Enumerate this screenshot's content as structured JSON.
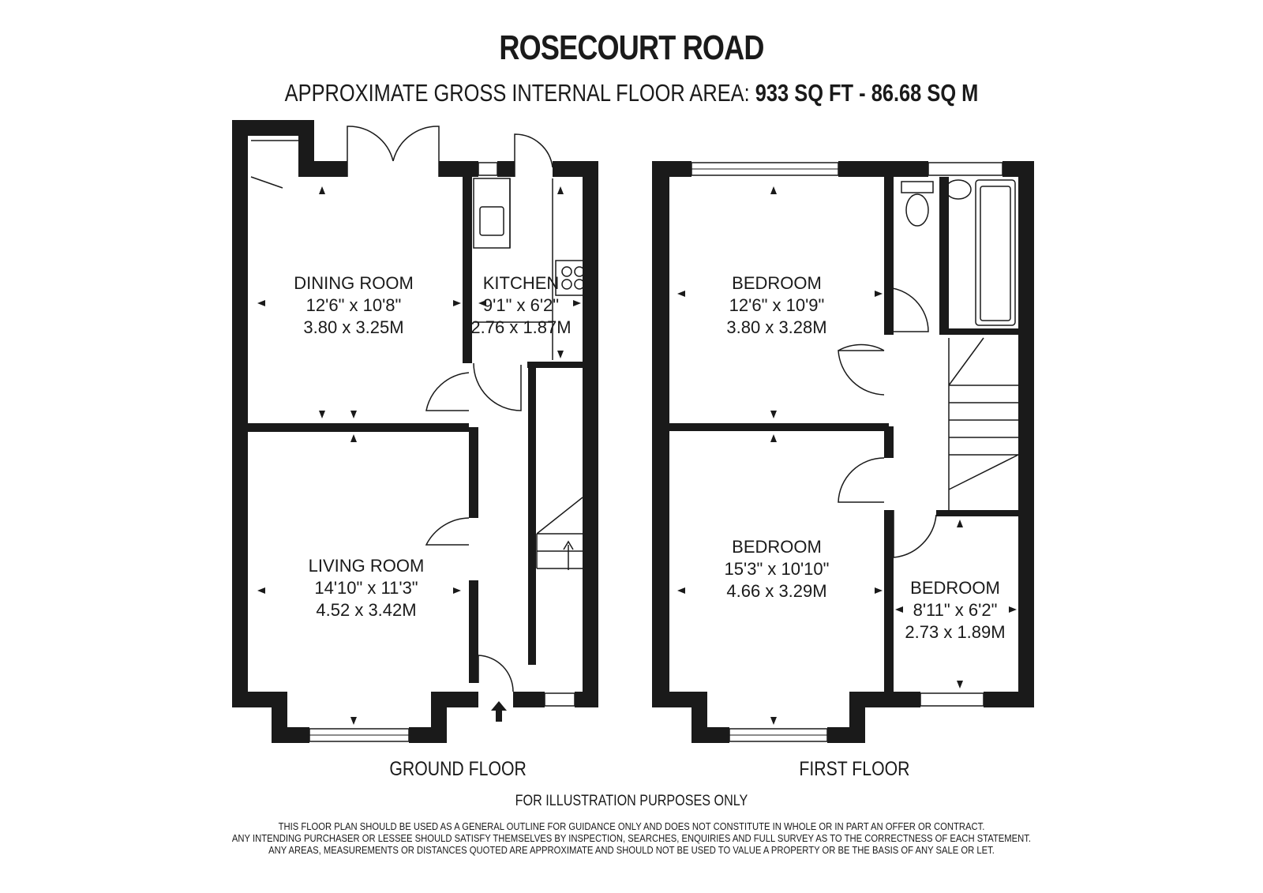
{
  "header": {
    "title": "ROSECOURT ROAD",
    "area_prefix": "APPROXIMATE GROSS INTERNAL FLOOR AREA:",
    "area_sqft": "933 SQ FT",
    "area_sep": "-",
    "area_sqm": "86.68 SQ M"
  },
  "ground_floor": {
    "label": "GROUND FLOOR",
    "rooms": {
      "dining": {
        "name": "DINING ROOM",
        "imperial": "12'6\" x 10'8\"",
        "metric": "3.80 x 3.25M"
      },
      "kitchen": {
        "name": "KITCHEN",
        "imperial": "9'1\" x 6'2\"",
        "metric": "2.76 x 1.87M"
      },
      "living": {
        "name": "LIVING ROOM",
        "imperial": "14'10\" x 11'3\"",
        "metric": "4.52 x 3.42M"
      }
    }
  },
  "first_floor": {
    "label": "FIRST FLOOR",
    "rooms": {
      "bed1": {
        "name": "BEDROOM",
        "imperial": "12'6\" x 10'9\"",
        "metric": "3.80 x 3.28M"
      },
      "bed2": {
        "name": "BEDROOM",
        "imperial": "15'3\" x 10'10\"",
        "metric": "4.66 x 3.29M"
      },
      "bed3": {
        "name": "BEDROOM",
        "imperial": "8'11\" x 6'2\"",
        "metric": "2.73 x 1.89M"
      }
    }
  },
  "footer": {
    "illustration_note": "FOR ILLUSTRATION PURPOSES ONLY",
    "disclaimer": [
      "THIS FLOOR PLAN SHOULD BE USED AS A GENERAL OUTLINE FOR GUIDANCE ONLY AND DOES NOT CONSTITUTE IN WHOLE OR IN PART AN OFFER OR CONTRACT.",
      "ANY INTENDING PURCHASER OR LESSEE SHOULD SATISFY THEMSELVES BY INSPECTION, SEARCHES, ENQUIRIES AND FULL SURVEY AS TO THE CORRECTNESS OF EACH STATEMENT.",
      "ANY AREAS, MEASUREMENTS OR DISTANCES QUOTED ARE APPROXIMATE AND SHOULD NOT BE USED TO VALUE A PROPERTY OR BE THE BASIS OF ANY SALE OR LET."
    ]
  },
  "colors": {
    "wall": "#1a1a1a",
    "background": "#ffffff"
  }
}
